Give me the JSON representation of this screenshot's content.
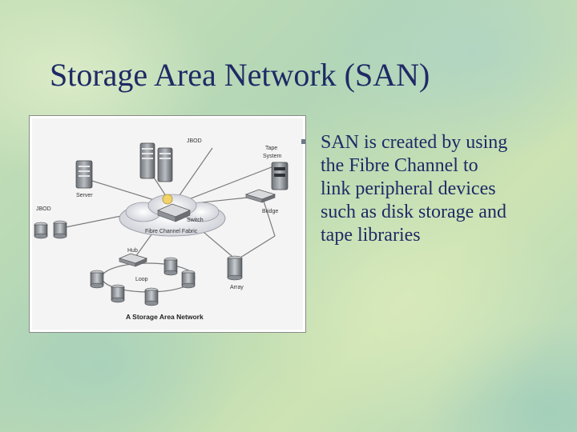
{
  "slide": {
    "title": "Storage Area Network (SAN)",
    "bullets": [
      "SAN is created by using the Fibre Channel to link peripheral devices such as disk storage and tape libraries"
    ]
  },
  "figure": {
    "caption": "A Storage Area Network",
    "labels": {
      "jbod_top": "JBOD",
      "tape": "Tape",
      "tape_system": "System",
      "server": "Server",
      "jbod_left": "JBOD",
      "bridge": "Bridge",
      "switch": "Switch",
      "fabric": "Fibre Channel Fabric",
      "hub": "Hub",
      "loop": "Loop",
      "array": "Array"
    }
  },
  "colors": {
    "title_text": "#1f2a66",
    "body_text": "#1f2a66",
    "bullet_marker": "#6c7a8a"
  }
}
